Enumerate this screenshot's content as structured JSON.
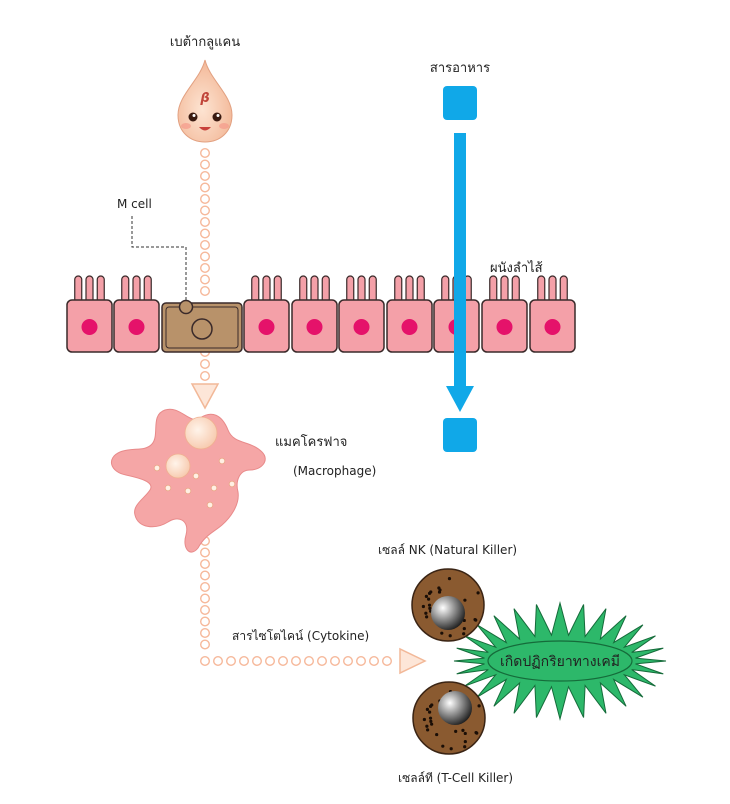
{
  "labels": {
    "beta_glucan": "เบต้ากลูแคน",
    "beta_symbol": "β",
    "nutrient": "สารอาหาร",
    "m_cell": "M cell",
    "intestinal_wall": "ผนังลำไส้",
    "macrophage_th": "แมคโครฟาจ",
    "macrophage_en": "(Macrophage)",
    "nk_cell": "เซลล์ NK (Natural Killer)",
    "cytokine": "สารไซโตไคน์ (Cytokine)",
    "reaction": "เกิดปฏิกริยาทางเคมี",
    "t_cell": "เซลล์ที (T-Cell Killer)"
  },
  "colors": {
    "cell_fill": "#f4a0a8",
    "cell_stroke": "#3a2a2a",
    "nucleus": "#e5126a",
    "m_cell_fill": "#b8926a",
    "dots": "#f6b89a",
    "nutrient_blue": "#10a8e8",
    "macrophage": "#f5a6a6",
    "killer_cell": "#8a5a30",
    "reaction_green": "#2db86a"
  }
}
